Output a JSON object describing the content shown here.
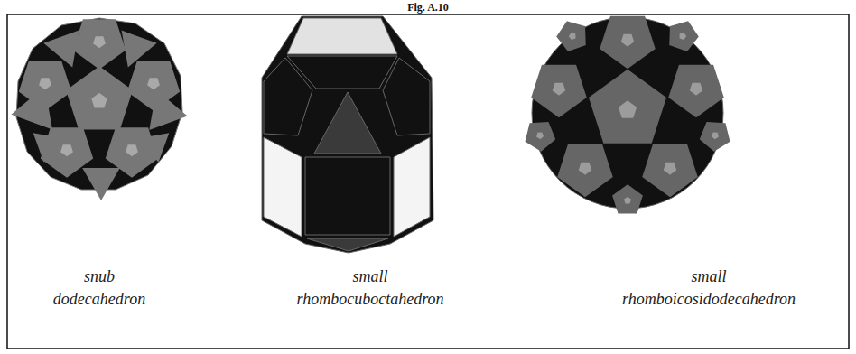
{
  "diagram": {
    "title": "Fig. A.10",
    "labels": [
      "snub dodecahedron",
      "small rhombocuboctahedron",
      "small rhomboicosidodecahedron"
    ]
  }
}
